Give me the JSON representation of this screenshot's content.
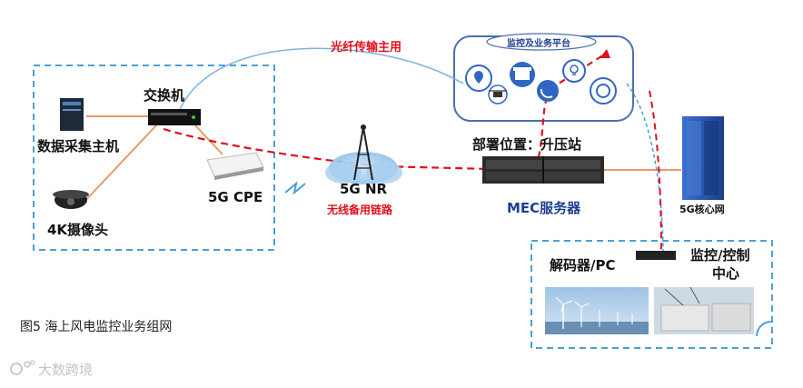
{
  "diagram": {
    "platform_title": "监控及业务平台",
    "fiber_link_label": "光纤传输主用",
    "switch_label": "交换机",
    "data_host_label": "数据采集主机",
    "camera_label": "4K摄像头",
    "cpe_label": "5G CPE",
    "nr_label": "5G NR",
    "backup_link_label": "无线备用链路",
    "location_label": "部署位置：升压站",
    "mec_label": "MEC服务器",
    "core_label": "5G核心网",
    "decoder_label": "解码器/PC",
    "control_center_label_line1": "监控/控制",
    "control_center_label_line2": "中心",
    "figure_caption": "图5  海上风电监控业务组网",
    "watermark_text": "大数跨境"
  },
  "colors": {
    "dashed_box": "#4a9fd9",
    "fiber_line": "#7fb2e0",
    "backup_line": "#e0101b",
    "ethernet_line": "#e69a6a",
    "platform_icon_circle": "#2f66c4",
    "core_cabinet": "#2356b0",
    "server_body": "#2a2a2a"
  },
  "icons": [
    "location-pin-icon",
    "drone-icon",
    "shop-icon",
    "satellite-dish-icon",
    "lightbulb-icon",
    "lifebuoy-icon"
  ]
}
